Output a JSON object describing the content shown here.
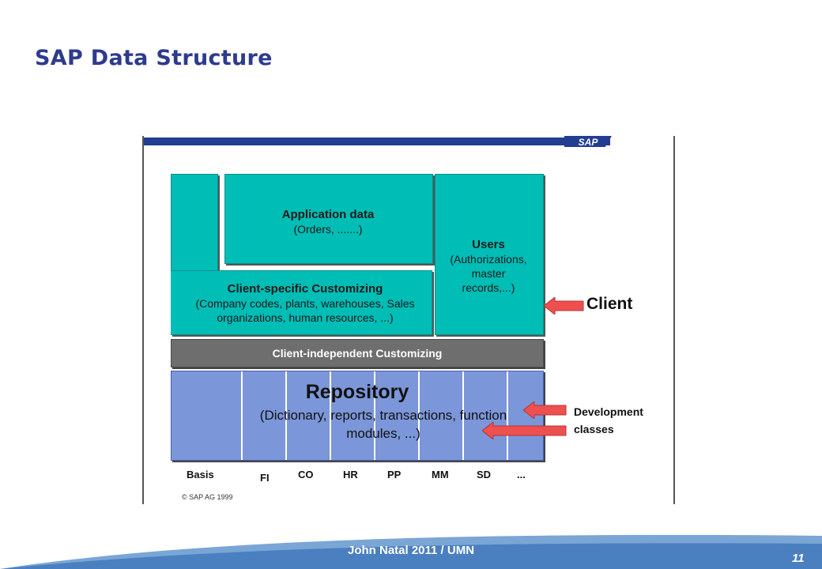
{
  "slide": {
    "title": "SAP Data Structure",
    "footer": "John Natal 2011 / UMN",
    "page_number": "11"
  },
  "diagram": {
    "logo": "SAP",
    "application_data": {
      "title": "Application data",
      "detail": "(Orders, .......)"
    },
    "users": {
      "title": "Users",
      "detail_lines": [
        "(Authorizations,",
        "master",
        "records,...)"
      ]
    },
    "client_specific": {
      "title": "Client-specific Customizing",
      "detail_lines": [
        "(Company codes, plants, warehouses, Sales",
        "organizations, human resources, ...)"
      ]
    },
    "client_independent": "Client-independent Customizing",
    "repository": {
      "title": "Repository",
      "detail_lines": [
        "(Dictionary, reports, transactions, function",
        "modules, ...)"
      ]
    },
    "modules": [
      "Basis",
      "FI",
      "CO",
      "HR",
      "PP",
      "MM",
      "SD",
      "..."
    ],
    "client_label": "Client",
    "development_label_lines": [
      "Development",
      "classes"
    ],
    "copyright": "© SAP AG 1999",
    "colors": {
      "teal": "#00bdb6",
      "grey": "#6e6e6e",
      "repository": "#7b96d9",
      "arrow": "#ee4f4f",
      "title": "#2e3b8c",
      "footer_band": "#7aa6d6"
    }
  }
}
